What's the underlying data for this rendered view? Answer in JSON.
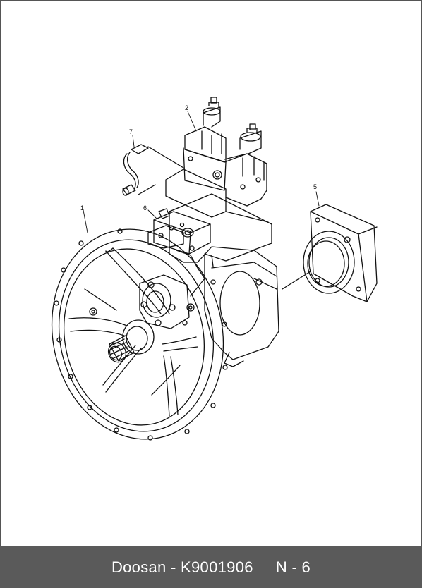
{
  "diagram": {
    "callouts": [
      {
        "id": "c1",
        "label": "1"
      },
      {
        "id": "c2",
        "label": "2"
      },
      {
        "id": "c5",
        "label": "5"
      },
      {
        "id": "c6",
        "label": "6"
      },
      {
        "id": "c7",
        "label": "7"
      }
    ]
  },
  "caption": {
    "brand": "Doosan",
    "separator": " - ",
    "part_number": "K9001906",
    "gap": "     ",
    "sheet": "N - 6"
  },
  "colors": {
    "line": "#111111",
    "caption_bar": "#5a5a5a",
    "caption_text": "#ffffff"
  }
}
